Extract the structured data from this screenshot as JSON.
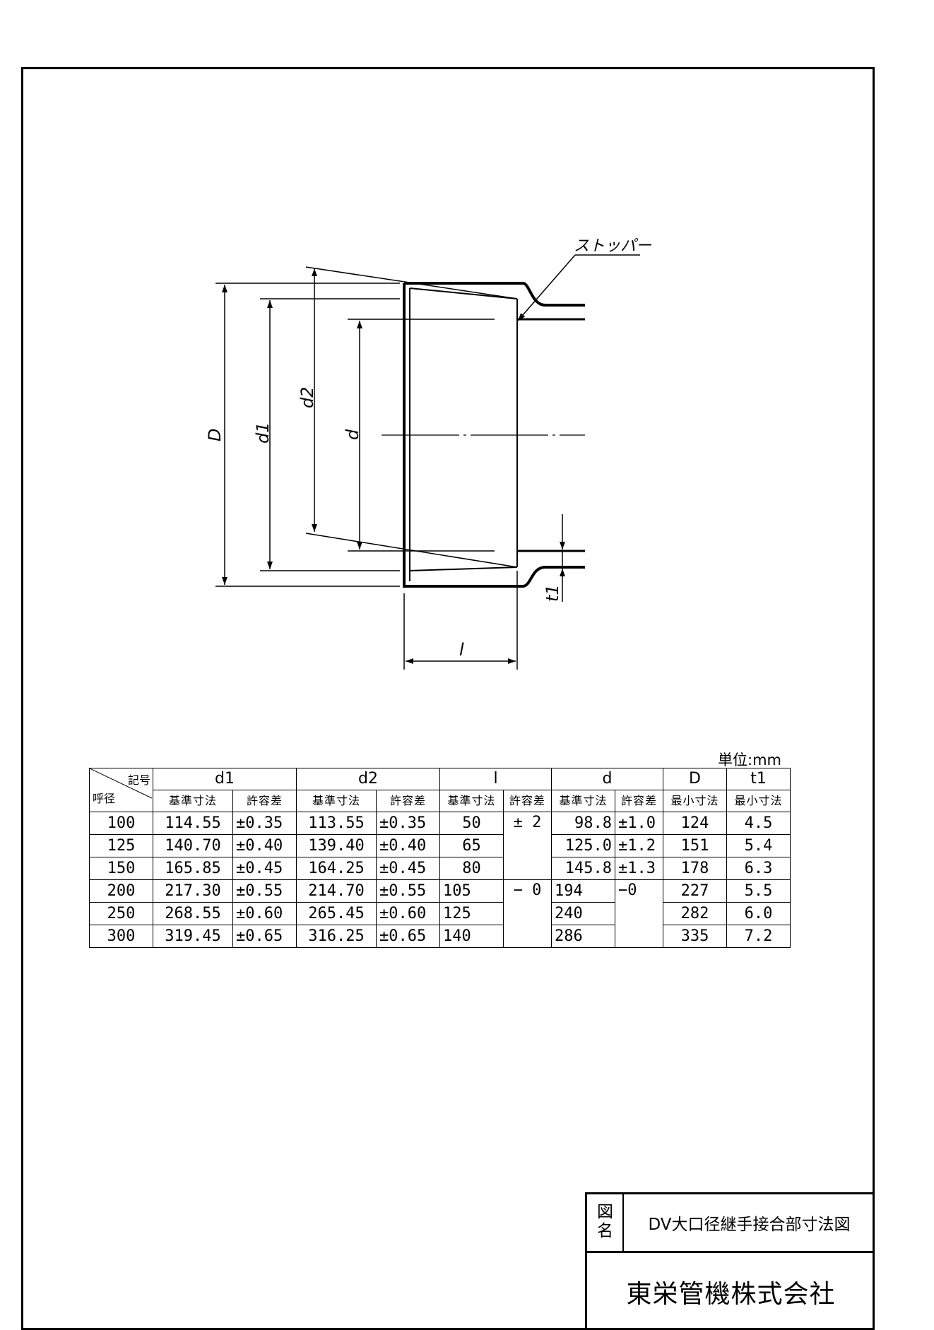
{
  "drawing": {
    "stopper_label": "ストッパー",
    "dim_D": "D",
    "dim_d1": "d1",
    "dim_d2": "d2",
    "dim_d": "d",
    "dim_l": "l",
    "dim_t1": "t1"
  },
  "unit_label": "単位:mm",
  "table": {
    "corner_symbol": "記号",
    "corner_nominal": "呼径",
    "groups": [
      "d1",
      "d2",
      "l",
      "d",
      "D",
      "t1"
    ],
    "subheaders": [
      "基準寸法",
      "許容差",
      "基準寸法",
      "許容差",
      "基準寸法",
      "許容差",
      "基準寸法",
      "許容差",
      "最小寸法",
      "最小寸法"
    ],
    "rows": [
      {
        "nominal": "100",
        "d1": "114.55",
        "d1_tol": "±0.35",
        "d2": "113.55",
        "d2_tol": "±0.35",
        "l": "50",
        "d": "98.8",
        "d_tol": "±1.0",
        "D": "124",
        "t1": "4.5"
      },
      {
        "nominal": "125",
        "d1": "140.70",
        "d1_tol": "±0.40",
        "d2": "139.40",
        "d2_tol": "±0.40",
        "l": "65",
        "d": "125.0",
        "d_tol": "±1.2",
        "D": "151",
        "t1": "5.4"
      },
      {
        "nominal": "150",
        "d1": "165.85",
        "d1_tol": "±0.45",
        "d2": "164.25",
        "d2_tol": "±0.45",
        "l": "80",
        "d": "145.8",
        "d_tol": "±1.3",
        "D": "178",
        "t1": "6.3"
      },
      {
        "nominal": "200",
        "d1": "217.30",
        "d1_tol": "±0.55",
        "d2": "214.70",
        "d2_tol": "±0.55",
        "l": "105",
        "d": "194",
        "d_tol": "−0",
        "D": "227",
        "t1": "5.5"
      },
      {
        "nominal": "250",
        "d1": "268.55",
        "d1_tol": "±0.60",
        "d2": "265.45",
        "d2_tol": "±0.60",
        "l": "125",
        "d": "240",
        "D": "282",
        "t1": "6.0"
      },
      {
        "nominal": "300",
        "d1": "319.45",
        "d1_tol": "±0.65",
        "d2": "316.25",
        "d2_tol": "±0.65",
        "l": "140",
        "d": "286",
        "D": "335",
        "t1": "7.2"
      }
    ],
    "l_tol_1": "± 2",
    "l_tol_2": "− 0"
  },
  "title_block": {
    "label": "図名",
    "drawing_name": "DV大口径継手接合部寸法図",
    "company": "東栄管機株式会社"
  }
}
